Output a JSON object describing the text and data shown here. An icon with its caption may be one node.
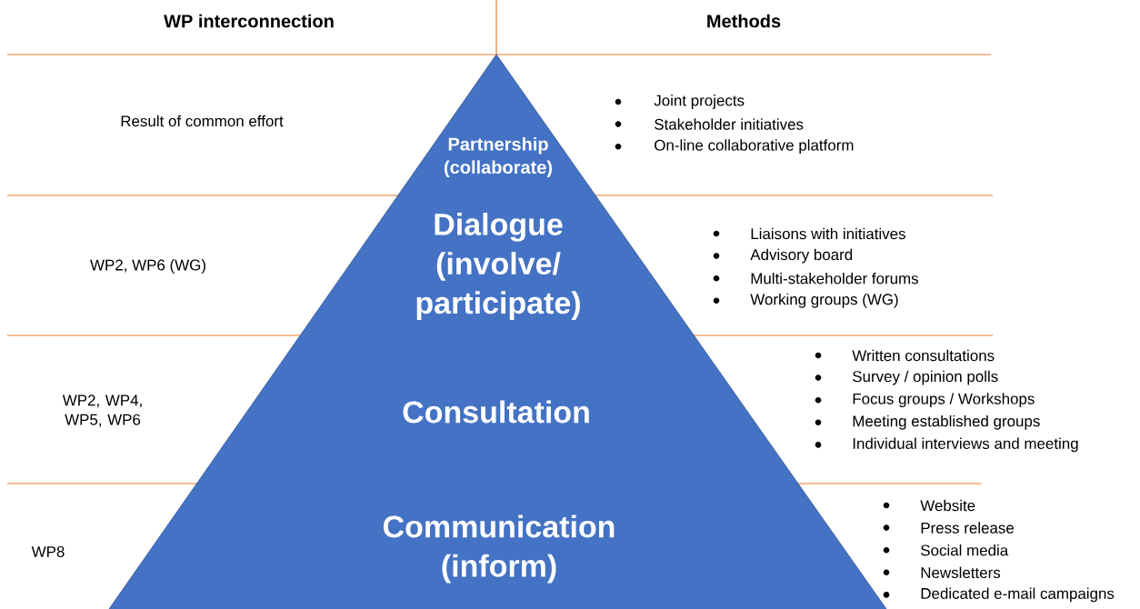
{
  "diagram": {
    "nodes": [
      {
        "text": [
          "Partnership (collaborate)"
        ]
      },
      {
        "text": [
          "Dialogue (involve/ participate)"
        ]
      },
      {
        "text": [
          "Consultation"
        ]
      },
      {
        "text": [
          "Communication (inform)"
        ]
      }
    ],
    "labels": [
      "WP interconnection",
      "Methods",
      "Result of common effort",
      "Joint projects",
      "Stakeholder initiatives",
      "On-line collaborative platform",
      "WP2, WP6 (WG)",
      "Liaisons with initiatives",
      "Advisory board",
      "Multi-stakeholder forums",
      "Working groups (WG)",
      "WP2, WP4, WP5, WP6",
      "Written consultations",
      "Survey / opinion polls",
      "Focus groups / Workshops",
      "Meeting established groups",
      "Individual interviews and meeting",
      "WP8",
      "Website",
      "Press release",
      "Social media",
      "Newsletters",
      "Dedicated e-mail campaigns"
    ]
  }
}
